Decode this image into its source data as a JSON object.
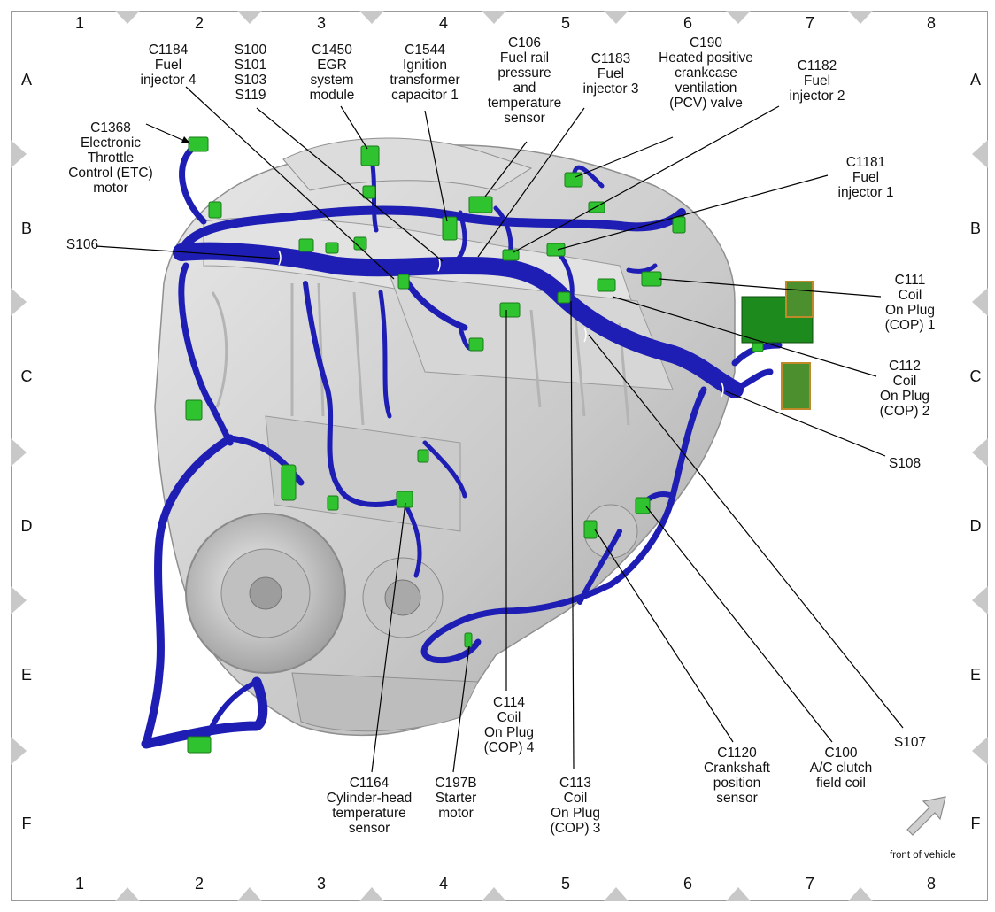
{
  "grid": {
    "columns": [
      "1",
      "2",
      "3",
      "4",
      "5",
      "6",
      "7",
      "8"
    ],
    "rows": [
      "A",
      "B",
      "C",
      "D",
      "E",
      "F"
    ]
  },
  "labels": {
    "c1184": "C1184\nFuel\ninjector 4",
    "s100": "S100\nS101\nS103\nS119",
    "c1450": "C1450\nEGR\nsystem\nmodule",
    "c1544": "C1544\nIgnition\ntransformer\ncapacitor 1",
    "c106": "C106\nFuel rail\npressure\nand\ntemperature\nsensor",
    "c1183": "C1183\nFuel\ninjector 3",
    "c190": "C190\nHeated positive\ncrankcase\nventilation\n(PCV) valve",
    "c1182": "C1182\nFuel\ninjector 2",
    "c1368": "C1368\nElectronic\nThrottle\nControl (ETC)\nmotor",
    "c1181": "C1181\nFuel\ninjector 1",
    "s106": "S106",
    "c111": "C111\nCoil\nOn Plug\n(COP) 1",
    "c112": "C112\nCoil\nOn Plug\n(COP) 2",
    "s108": "S108",
    "c114": "C114\nCoil\nOn Plug\n(COP) 4",
    "c113": "C113\nCoil\nOn Plug\n(COP) 3",
    "c1120": "C1120\nCrankshaft\nposition\nsensor",
    "c100": "C100\nA/C clutch\nfield coil",
    "s107": "S107",
    "c1164": "C1164\nCylinder-head\ntemperature\nsensor",
    "c197b": "C197B\nStarter\nmotor"
  },
  "front_of_vehicle": "front of vehicle",
  "colors": {
    "harness": "#1e1eb4",
    "connector": "#2fc42f",
    "engine": "#d2d2d2",
    "frame_marker": "#c8c8c8",
    "leader": "#000000"
  }
}
